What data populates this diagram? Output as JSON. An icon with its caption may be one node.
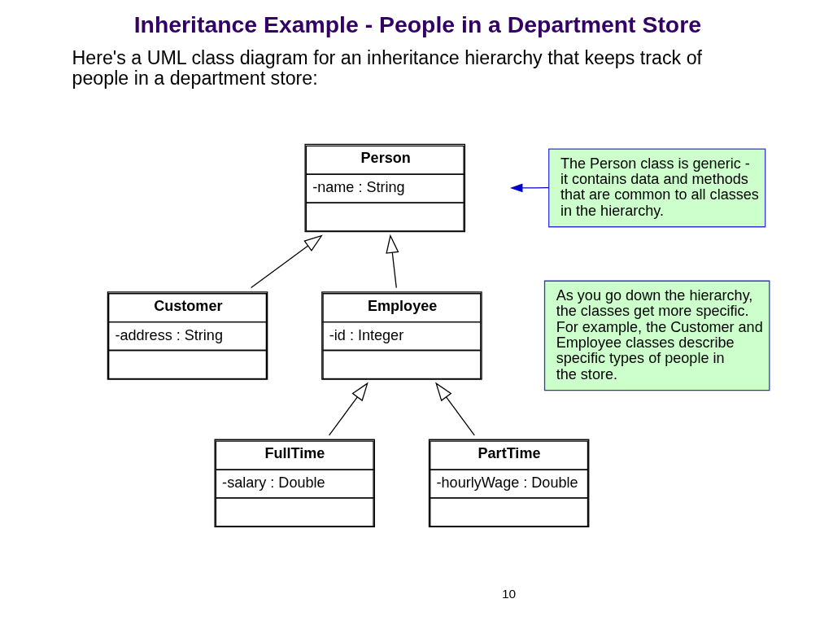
{
  "diagram": {
    "title": "Inheritance Example - People in a Department Store",
    "nodes": [
      {
        "text": [
          "Person",
          "-name : String"
        ]
      },
      {
        "text": [
          "Customer",
          "-address : String"
        ]
      },
      {
        "text": [
          "Employee",
          "-id : Integer"
        ]
      },
      {
        "text": [
          "FullTime",
          "-salary : Double"
        ]
      },
      {
        "text": [
          "PartTime",
          "-hourlyWage : Double"
        ]
      },
      {
        "text": [
          "The Person class is generic - it contains data and methods that are common to all classes in the hierarchy."
        ]
      },
      {
        "text": [
          "As you go down the hierarchy, the classes get more specific. For example, the Customer and Employee classes describe specific types of people in the store."
        ]
      }
    ],
    "edges": [
      {
        "from": 1,
        "to": 0,
        "arrow": "to"
      },
      {
        "from": 2,
        "to": 0,
        "arrow": "to"
      },
      {
        "from": 3,
        "to": 2,
        "arrow": "to"
      },
      {
        "from": 4,
        "to": 2,
        "arrow": "to"
      },
      {
        "from": 5,
        "to": null,
        "arrow": "to",
        "color": "#0000cc"
      }
    ],
    "labels": [
      "Here's a UML class diagram for an inheritance hierarchy that keeps track of people in a department store:",
      "10"
    ]
  }
}
